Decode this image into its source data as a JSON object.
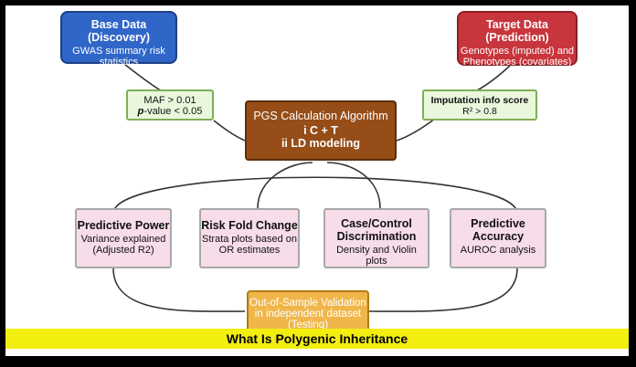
{
  "base_data": {
    "title": "Base Data (Discovery)",
    "line1": "GWAS summary risk",
    "line2": "statistics"
  },
  "target_data": {
    "title": "Target Data (Prediction)",
    "line1": "Genotypes (imputed) and",
    "line2": "Phenotypes (covariates)"
  },
  "base_filter": {
    "line1": "MAF > 0.01",
    "line2_prefix": "p",
    "line2_rest": "-value < 0.05"
  },
  "target_filter": {
    "line1": "Imputation info score",
    "line2": "R² > 0.8"
  },
  "algorithm": {
    "title": "PGS Calculation Algorithm",
    "line1": "i  C + T",
    "line2": "ii  LD modeling"
  },
  "outputs": [
    {
      "title": "Predictive Power",
      "line1": "Variance explained",
      "line2": "(Adjusted R2)"
    },
    {
      "title": "Risk Fold Change",
      "line1": "Strata plots based on",
      "line2": "OR estimates"
    },
    {
      "title": "Case/Control",
      "title2": "Discrimination",
      "line1": "Density and Violin plots"
    },
    {
      "title": "Predictive",
      "title2": "Accuracy",
      "line1": "AUROC analysis"
    }
  ],
  "validation": {
    "line1": "Out-of-Sample Validation",
    "line2": "in independent dataset",
    "line3": "(Testing)"
  },
  "banner": {
    "text": "What Is Polygenic Inheritance"
  },
  "colors": {
    "base": "#2f66c8",
    "target": "#c9353c",
    "filter": "#e9f7dc",
    "algorithm": "#964d17",
    "output": "#f7dcea",
    "validation": "#f0b64a",
    "banner": "#f2ee10",
    "connector": "#333333"
  }
}
